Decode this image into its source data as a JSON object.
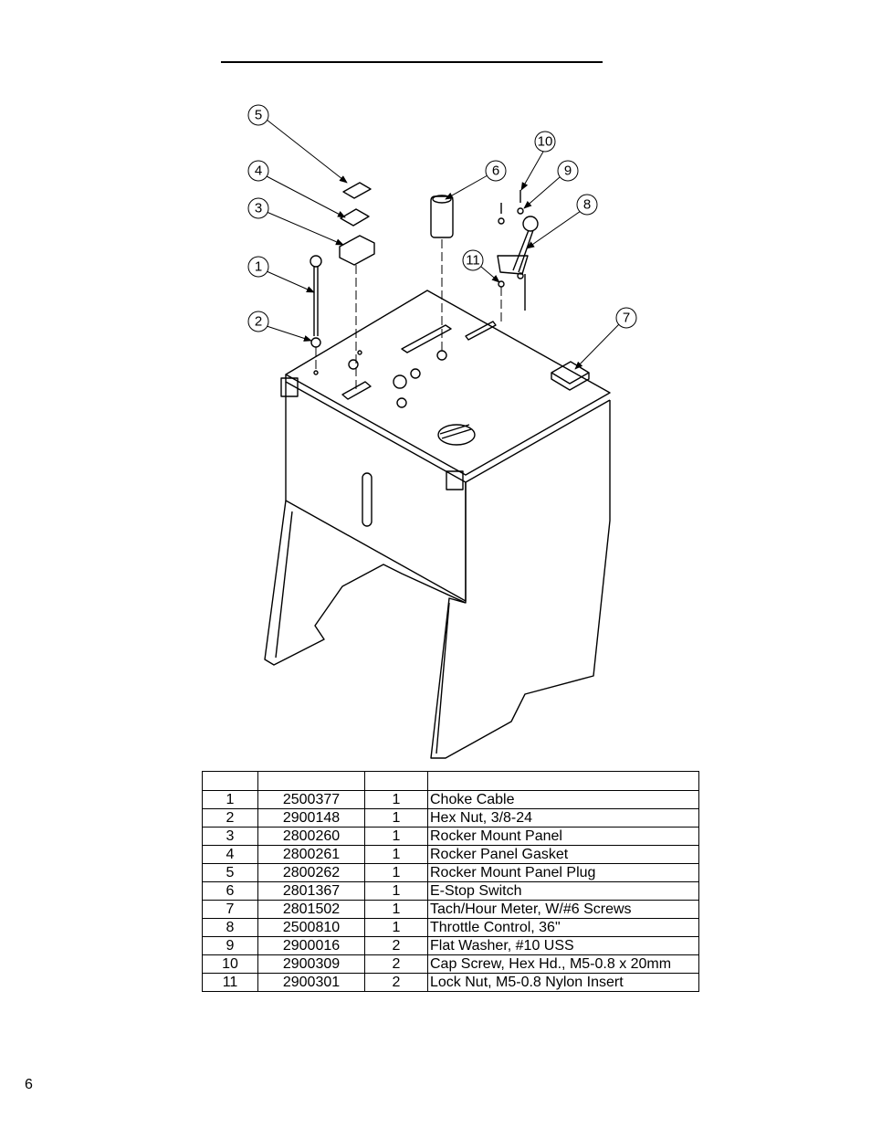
{
  "diagram": {
    "callouts": [
      "1",
      "2",
      "3",
      "4",
      "5",
      "6",
      "7",
      "8",
      "9",
      "10",
      "11"
    ]
  },
  "parts_table": {
    "headers": [
      "",
      "",
      "",
      ""
    ],
    "rows": [
      {
        "item": "1",
        "part": "2500377",
        "qty": "1",
        "desc": "Choke Cable"
      },
      {
        "item": "2",
        "part": "2900148",
        "qty": "1",
        "desc": "Hex Nut, 3/8-24"
      },
      {
        "item": "3",
        "part": "2800260",
        "qty": "1",
        "desc": "Rocker Mount Panel"
      },
      {
        "item": "4",
        "part": "2800261",
        "qty": "1",
        "desc": "Rocker Panel Gasket"
      },
      {
        "item": "5",
        "part": "2800262",
        "qty": "1",
        "desc": "Rocker Mount Panel Plug"
      },
      {
        "item": "6",
        "part": "2801367",
        "qty": "1",
        "desc": "E-Stop Switch"
      },
      {
        "item": "7",
        "part": "2801502",
        "qty": "1",
        "desc": "Tach/Hour Meter, W/#6 Screws"
      },
      {
        "item": "8",
        "part": "2500810",
        "qty": "1",
        "desc": "Throttle Control, 36\""
      },
      {
        "item": "9",
        "part": "2900016",
        "qty": "2",
        "desc": "Flat Washer, #10 USS"
      },
      {
        "item": "10",
        "part": "2900309",
        "qty": "2",
        "desc": "Cap Screw, Hex Hd., M5-0.8 x 20mm"
      },
      {
        "item": "11",
        "part": "2900301",
        "qty": "2",
        "desc": "Lock Nut, M5-0.8 Nylon Insert"
      }
    ]
  },
  "page_number": "6"
}
